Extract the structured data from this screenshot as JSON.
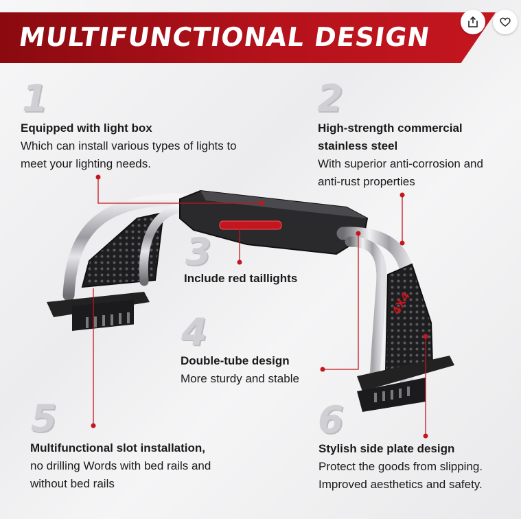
{
  "banner": {
    "title": "MULTIFUNCTIONAL DESIGN"
  },
  "actions": {
    "share_icon": "share-icon",
    "favorite_icon": "heart-icon"
  },
  "colors": {
    "accent": "#c4161f",
    "chrome": "#c8c8cc",
    "steel": "#2a2a2c"
  },
  "features": [
    {
      "number": "1",
      "title": "Equipped with light box",
      "desc": "Which can install various types of lights to meet your lighting needs."
    },
    {
      "number": "2",
      "title": "High-strength commercial stainless steel",
      "desc": "With superior anti-corrosion and anti-rust properties"
    },
    {
      "number": "3",
      "title": "Include red taillights",
      "desc": ""
    },
    {
      "number": "4",
      "title": "Double-tube design",
      "desc": "More sturdy and stable"
    },
    {
      "number": "5",
      "title": "Multifunctional slot installation,",
      "desc": "no drilling  Words with bed rails and without bed rails"
    },
    {
      "number": "6",
      "title": "Stylish side plate design",
      "desc": "Protect the goods from slipping. Improved aesthetics and safety."
    }
  ],
  "product": {
    "badge": "4X4"
  }
}
